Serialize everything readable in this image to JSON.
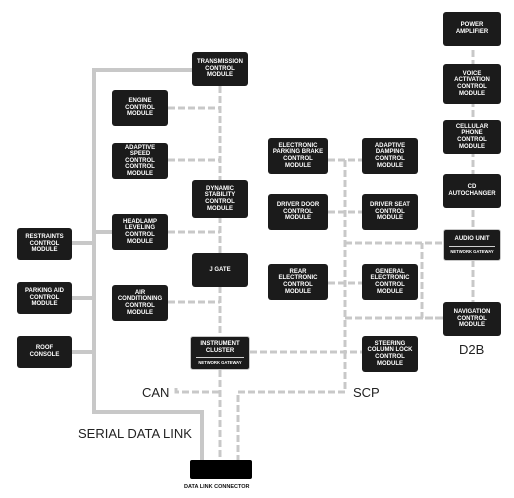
{
  "modules": {
    "power_amplifier": "POWER\nAMPLIFIER",
    "voice_activation": "VOICE\nACTIVATION\nCONTROL\nMODULE",
    "cellular_phone": "CELLULAR PHONE\nCONTROL\nMODULE",
    "cd_autochanger": "CD\nAUTOCHANGER",
    "audio_unit": "AUDIO UNIT",
    "navigation": "NAVIGATION\nCONTROL\nMODULE",
    "transmission": "TRANSMISSION\nCONTROL\nMODULE",
    "engine": "ENGINE\nCONTROL\nMODULE",
    "adaptive_speed": "ADAPTIVE\nSPEED CONTROL\nCONTROL\nMODULE",
    "dynamic_stability": "DYNAMIC\nSTABILITY\nCONTROL\nMODULE",
    "headlamp_leveling": "HEADLAMP\nLEVELING\nCONTROL\nMODULE",
    "j_gate": "J GATE",
    "air_conditioning": "AIR CONDITIONING\nCONTROL\nMODULE",
    "instrument_cluster": "INSTRUMENT\nCLUSTER",
    "restraints": "RESTRAINTS\nCONTROL\nMODULE",
    "parking_aid": "PARKING AID\nCONTROL\nMODULE",
    "roof_console": "ROOF\nCONSOLE",
    "electronic_parking_brake": "ELECTRONIC\nPARKING BRAKE\nCONTROL\nMODULE",
    "adaptive_damping": "ADAPTIVE\nDAMPING\nCONTROL\nMODULE",
    "driver_door": "DRIVER DOOR\nCONTROL\nMODULE",
    "driver_seat": "DRIVER SEAT\nCONTROL\nMODULE",
    "rear_electronic": "REAR ELECTRONIC\nCONTROL\nMODULE",
    "general_electronic": "GENERAL\nELECTRONIC\nCONTROL\nMODULE",
    "steering_column_lock": "STEERING\nCOLUMN LOCK\nCONTROL\nMODULE"
  },
  "gateway_label": "NETWORK GATEWAY",
  "bus_labels": {
    "can": "CAN",
    "scp": "SCP",
    "d2b": "D2B",
    "serial_data_link": "SERIAL DATA LINK"
  },
  "data_link_connector": "DATA LINK CONNECTOR",
  "colors": {
    "module_fill": "#1b1b1b",
    "module_text": "#ffffff",
    "wire": "#c8c8c8"
  }
}
